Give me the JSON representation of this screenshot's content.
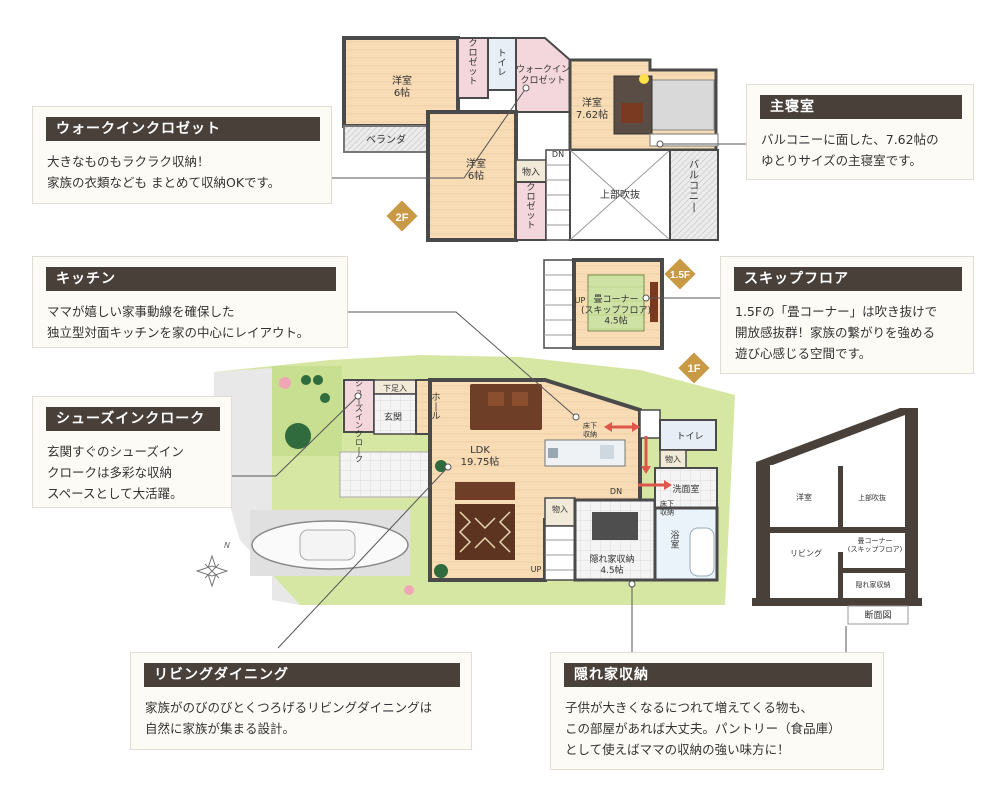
{
  "floors": {
    "f2": "2F",
    "f15": "1.5F",
    "f1": "1F"
  },
  "rooms_2f": {
    "yoshitsu_a": "洋室\n6帖",
    "closet_a": "クロゼット",
    "toilet": "トイレ",
    "walkin_closet": "ウォークイン\nクロゼット",
    "master": "洋室\n7.62帖",
    "veranda": "ベランダ",
    "yoshitsu_b": "洋室\n6帖",
    "monoire": "物入",
    "closet_b": "クロゼット",
    "fukinuke": "上部吹抜",
    "balcony": "バルコニー",
    "dn": "DN"
  },
  "rooms_15f": {
    "tatami": "畳コーナー\n(スキップフロア)\n4.5帖",
    "up": "UP"
  },
  "rooms_1f": {
    "shoes": "シューズインクローク",
    "getabako": "下足入",
    "genkan": "玄関",
    "hall": "ホール",
    "ldk": "LDK\n19.75帖",
    "toilet": "トイレ",
    "yukashita_1": "床下\n収納",
    "yukashita_2": "床下\n収納",
    "monoire_1": "物入",
    "monoire_2": "物入",
    "senmen": "洗面室",
    "yoku": "浴室",
    "kakurega": "隠れ家収納\n4.5帖",
    "dn": "DN",
    "up": "UP"
  },
  "section": {
    "caption": "断面図",
    "yoshitsu": "洋室",
    "fukinuke": "上部吹抜",
    "tatami": "畳コーナー\n(スキップフロア)",
    "living": "リビング",
    "kakurega": "隠れ家収納"
  },
  "callouts": {
    "walkin": {
      "title": "ウォークインクロゼット",
      "body": "大きなものもラクラク収納！\n家族の衣類なども まとめて収納OKです。"
    },
    "master": {
      "title": "主寝室",
      "body": "バルコニーに面した、7.62帖の\nゆとりサイズの主寝室です。"
    },
    "kitchen": {
      "title": "キッチン",
      "body": "ママが嬉しい家事動線を確保した\n独立型対面キッチンを家の中心にレイアウト。"
    },
    "skip": {
      "title": "スキップフロア",
      "body": "1.5Fの「畳コーナー」は吹き抜けで\n開放感抜群！家族の繋がりを強める\n遊び心感じる空間です。"
    },
    "shoes": {
      "title": "シューズインクローク",
      "body": "玄関すぐのシューズイン\nクロークは多彩な収納\nスペースとして大活躍。"
    },
    "living": {
      "title": "リビングダイニング",
      "body": "家族がのびのびとくつろげるリビングダイニングは\n自然に家族が集まる設計。"
    },
    "kakurega": {
      "title": "隠れ家収納",
      "body": "子供が大きくなるにつれて増えてくる物も、\nこの部屋があれば大丈夫。パントリー（食品庫）\nとして使えばママの収納の強い味方に！"
    }
  },
  "colors": {
    "wood": "#f6dcb8",
    "pink": "#f4d7dc",
    "grass": "#d6e7a3",
    "dark": "#4a403a",
    "gold": "#c99a45",
    "leader": "#555555"
  }
}
